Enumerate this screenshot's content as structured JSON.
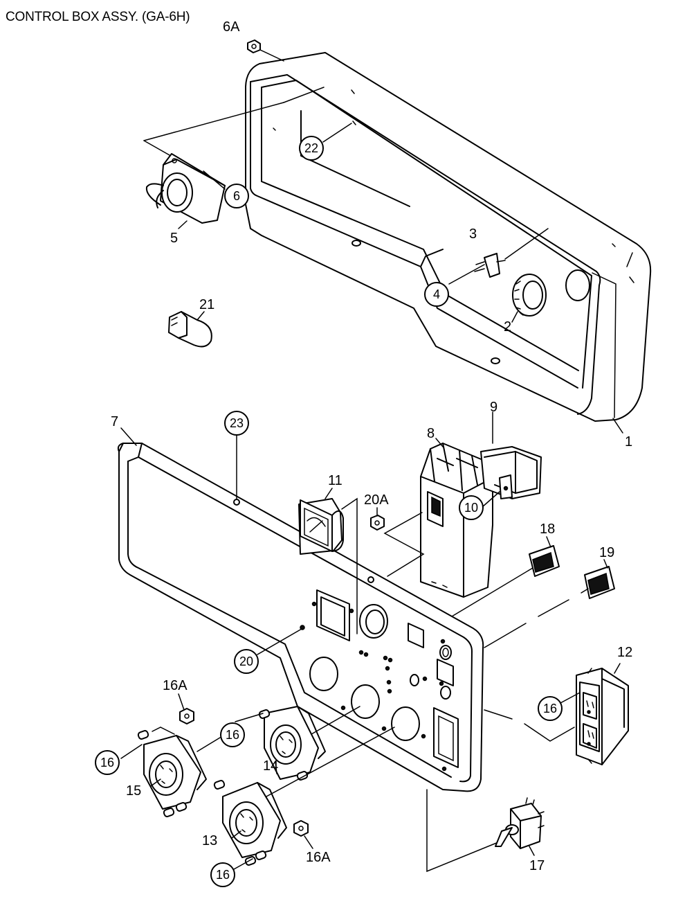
{
  "title": "CONTROL BOX ASSY. (GA-6H)",
  "labels": [
    "6A",
    "5",
    "3",
    "2",
    "21",
    "7",
    "9",
    "8",
    "11",
    "20A",
    "18",
    "19",
    "12",
    "16A",
    "14",
    "15",
    "13",
    "16A",
    "17",
    "1"
  ],
  "circled_labels": [
    "22",
    "6",
    "4",
    "23",
    "10",
    "20",
    "16",
    "16",
    "16",
    "16"
  ]
}
